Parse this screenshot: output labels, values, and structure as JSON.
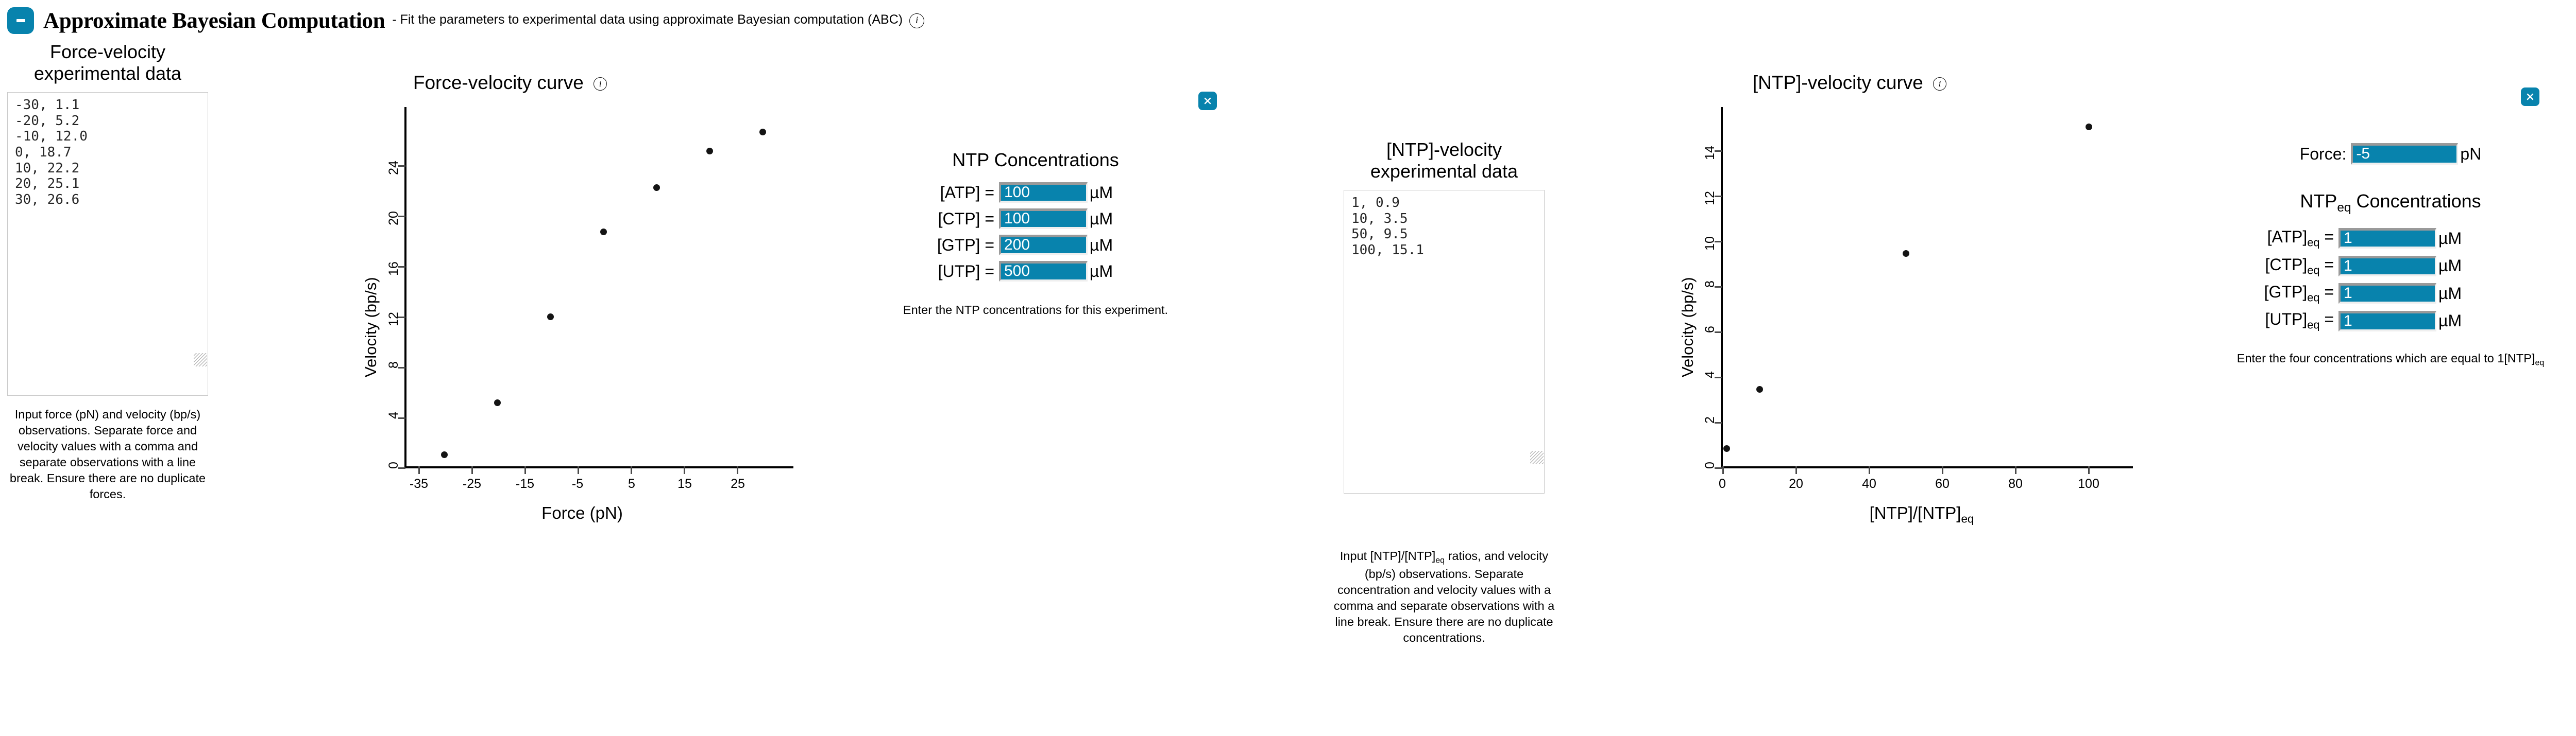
{
  "header": {
    "collapse_icon": "minus-icon",
    "title": "Approximate Bayesian Computation",
    "subtitle": "- Fit the parameters to experimental data using approximate Bayesian computation (ABC)",
    "info_icon": "info-icon"
  },
  "force_data_panel": {
    "title": "Force-velocity\nexperimental data",
    "value": "-30, 1.1\n-20, 5.2\n-10, 12.0\n0, 18.7\n10, 22.2\n20, 25.1\n30, 26.6",
    "hint": "Input force (pN) and velocity (bp/s) observations. Separate force and velocity values with a comma and separate observations with a line break. Ensure there are no duplicate forces."
  },
  "ntp_data_panel": {
    "title": "[NTP]-velocity\nexperimental data",
    "value": "1, 0.9\n10, 3.5\n50, 9.5\n100, 15.1",
    "hint_pre": "Input [NTP]/[NTP]",
    "hint_sub": "eq",
    "hint_post": " ratios, and velocity (bp/s) observations. Separate concentration and velocity values with a comma and separate observations with a line break. Ensure there are no duplicate concentrations."
  },
  "ntp_concentrations": {
    "title": "NTP Concentrations",
    "hint": "Enter the NTP concentrations for this experiment.",
    "unit": "µM",
    "fields": [
      {
        "label": "[ATP] =",
        "value": "100"
      },
      {
        "label": "[CTP] =",
        "value": "100"
      },
      {
        "label": "[GTP] =",
        "value": "200"
      },
      {
        "label": "[UTP] =",
        "value": "500"
      }
    ]
  },
  "ntp_eq_panel": {
    "force_label": "Force:",
    "force_value": "-5",
    "force_unit": "pN",
    "title_main": "NTP",
    "title_sub": "eq",
    "title_rest": " Concentrations",
    "unit": "µM",
    "hint_pre": "Enter the four concentrations which are equal to 1[NTP]",
    "hint_sub": "eq",
    "fields": [
      {
        "label_main": "[ATP]",
        "label_sub": "eq",
        "label_eq": " =",
        "value": "1"
      },
      {
        "label_main": "[CTP]",
        "label_sub": "eq",
        "label_eq": " =",
        "value": "1"
      },
      {
        "label_main": "[GTP]",
        "label_sub": "eq",
        "label_eq": " =",
        "value": "1"
      },
      {
        "label_main": "[UTP]",
        "label_sub": "eq",
        "label_eq": " =",
        "value": "1"
      }
    ]
  },
  "close_buttons": {
    "icon": "close-icon",
    "label": "×"
  },
  "chart_data": [
    {
      "type": "scatter",
      "id": "force-velocity-curve",
      "title": "Force-velocity curve",
      "xlabel": "Force (pN)",
      "ylabel": "Velocity (bp/s)",
      "x": [
        -30,
        -20,
        -10,
        0,
        10,
        20,
        30
      ],
      "y": [
        1.1,
        5.2,
        12.0,
        18.7,
        22.2,
        25.1,
        26.6
      ],
      "xticks": [
        -35,
        -25,
        -15,
        -5,
        5,
        15,
        25
      ],
      "yticks": [
        0,
        4,
        8,
        12,
        16,
        20,
        24
      ],
      "xlim": [
        -37.5,
        33
      ],
      "ylim": [
        0,
        28.5
      ],
      "grid": false,
      "legend": false,
      "marker_color": "#141414"
    },
    {
      "type": "scatter",
      "id": "ntp-velocity-curve",
      "title": "[NTP]-velocity curve",
      "xlabel": "[NTP]/[NTP]eq",
      "xlabel_main": "[NTP]/[NTP]",
      "xlabel_sub": "eq",
      "ylabel": "Velocity (bp/s)",
      "x": [
        1,
        10,
        50,
        100
      ],
      "y": [
        0.9,
        3.5,
        9.5,
        15.1
      ],
      "xticks": [
        0,
        20,
        40,
        60,
        80,
        100
      ],
      "yticks": [
        0,
        2,
        4,
        6,
        8,
        10,
        12,
        14
      ],
      "xlim": [
        -2,
        110
      ],
      "ylim": [
        0,
        15.9
      ],
      "grid": false,
      "legend": false,
      "marker_color": "#141414"
    }
  ],
  "colors": {
    "accent": "#0883ad",
    "text": "#000000",
    "border": "#c9c9c9"
  }
}
